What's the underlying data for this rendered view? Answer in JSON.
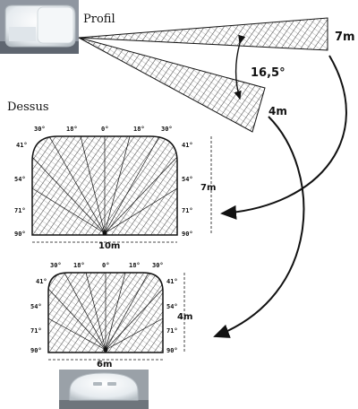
{
  "labels": {
    "profile": "Profil",
    "top_view": "Dessus",
    "profile_far_range": "7m",
    "profile_near_range": "4m",
    "profile_angle": "16,5°"
  },
  "top_view_large": {
    "angles_top": [
      "30°",
      "18°",
      "0°",
      "18°",
      "30°"
    ],
    "angles_left": [
      "41°",
      "54°",
      "71°",
      "90°"
    ],
    "angles_right": [
      "41°",
      "54°",
      "71°",
      "90°"
    ],
    "depth": "7m",
    "width": "10m"
  },
  "top_view_small": {
    "angles_top": [
      "30°",
      "18°",
      "0°",
      "18°",
      "30°"
    ],
    "angles_left": [
      "41°",
      "54°",
      "71°",
      "90°"
    ],
    "angles_right": [
      "41°",
      "54°",
      "71°",
      "90°"
    ],
    "depth": "4m",
    "width": "6m"
  },
  "colors": {
    "ink": "#111111",
    "sensor_body": "#e9eef2",
    "sensor_shadow": "#9aa3aa"
  },
  "icons": [
    "motion-sensor-side-photo",
    "motion-sensor-front-photo"
  ]
}
